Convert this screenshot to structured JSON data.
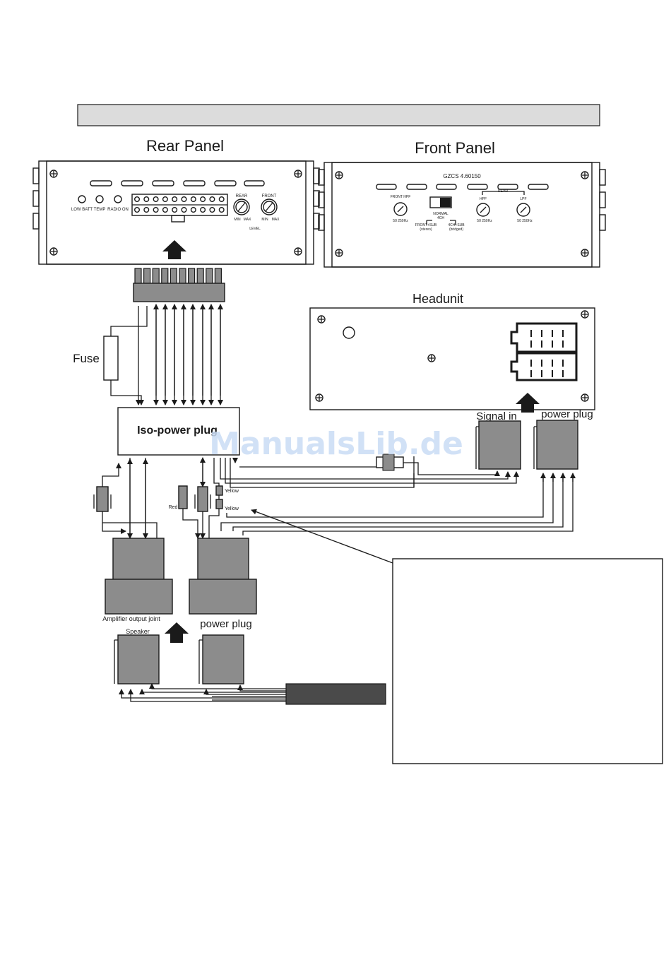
{
  "header_bar": "",
  "rear_panel": {
    "title": "Rear Panel",
    "labels": [
      "LOW BATT",
      "TEMP",
      "RADIO ON"
    ],
    "knob_titles": [
      "REAR",
      "FRONT"
    ],
    "knob_scale": [
      "MIN",
      "MAX"
    ],
    "level_label": "LEVEL"
  },
  "front_panel": {
    "title": "Front Panel",
    "model": "GZCS 4.60150",
    "front_hpf": "FRONT HPF",
    "rear_label": "REAR",
    "hpf": "HPF",
    "lpf": "LPF",
    "range_50_250": "50  250Hz",
    "switch_normal": "NORMAL",
    "switch_4ch": "4CH",
    "front_sub": "FRONT+SUB",
    "front_sub_note": "(stereo)",
    "ch_sub": "4CH+SUB",
    "ch_sub_note": "(bridged)"
  },
  "headunit": {
    "title": "Headunit"
  },
  "labels": {
    "fuse": "Fuse",
    "iso_power_plug": "Iso-power plug",
    "signal_in": "Signal in",
    "power_plug_right": "power plug",
    "amplifier_output_joint": "Amplifier output joint",
    "power_plug_left": "power plug",
    "speaker": "Speaker",
    "yellow_1": "Yellow",
    "yellow_2": "Yellow",
    "red": "Red"
  },
  "watermark": "ManualsLib.de",
  "colors": {
    "line": "#1a1a1a",
    "connector_gray": "#8c8c8c",
    "watermark": "#c9dcf5",
    "header_bar": "#dcdcdc"
  }
}
